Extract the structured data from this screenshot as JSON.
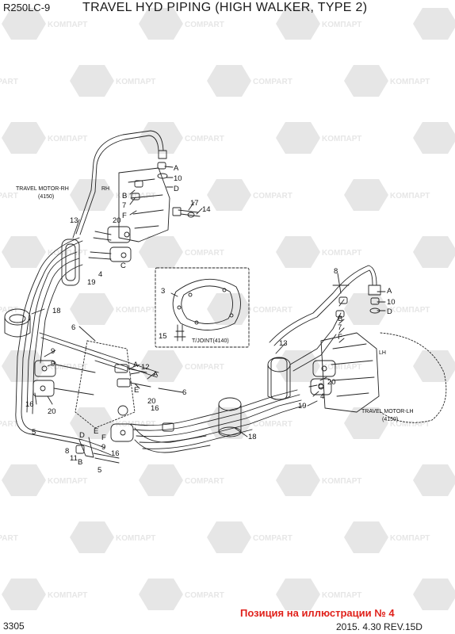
{
  "header": {
    "model": "R250LC-9",
    "title": "TRAVEL HYD PIPING (HIGH WALKER, TYPE 2)"
  },
  "footer": {
    "page": "3305",
    "date_rev": "2015. 4.30  REV.15D",
    "note": "Позиция на иллюстрации № 4"
  },
  "watermark": {
    "text_a": "KOMПАРТ",
    "text_b": "COMPART"
  },
  "colors": {
    "line": "#222222",
    "watermark": "#e6e6e6",
    "note": "#e0211b"
  },
  "motors": {
    "rh_title": "TRAVEL MOTOR-RH",
    "rh_num": "(4150)",
    "rh_side": "RH",
    "lh_title": "TRAVEL MOTOR-LH",
    "lh_num": "(4150)",
    "lh_side": "LH"
  },
  "inset": {
    "tjoint": "T/JOINT(4140)"
  },
  "callouts": {
    "c_a1": "A",
    "c_10a": "10",
    "c_d1": "D",
    "c_b1": "B",
    "c_7a": "7",
    "c_f1": "F",
    "c_17a": "17",
    "c_14a": "14",
    "c_13a": "13",
    "c_20a": "20",
    "c_c1": "C",
    "c_4a": "4",
    "c_19a": "19",
    "c_18a": "18",
    "c_6a": "6",
    "c_9a": "9",
    "c_9b": "9",
    "c_16a": "16",
    "c_20b": "20",
    "c_a2": "A",
    "c_12a": "12",
    "c_a3": "A",
    "c_e1": "E",
    "c_6b": "6",
    "c_20c": "20",
    "c_16b": "16",
    "c_5a": "5",
    "c_e2": "E",
    "c_f2": "F",
    "c_d2": "D",
    "c_9c": "9",
    "c_16c": "16",
    "c_8a": "8",
    "c_11a": "11",
    "c_b2": "B",
    "c_5b": "5",
    "c_18b": "18",
    "c_3a": "3",
    "c_15a": "15",
    "c_a4": "A",
    "c_10b": "10",
    "c_d3": "D",
    "c_8b": "8",
    "c_13b": "13",
    "c_b3": "B",
    "c_7b": "7",
    "c_f3": "F",
    "c_c2": "C",
    "c_4b": "4",
    "c_19b": "19",
    "c_20d": "20"
  }
}
